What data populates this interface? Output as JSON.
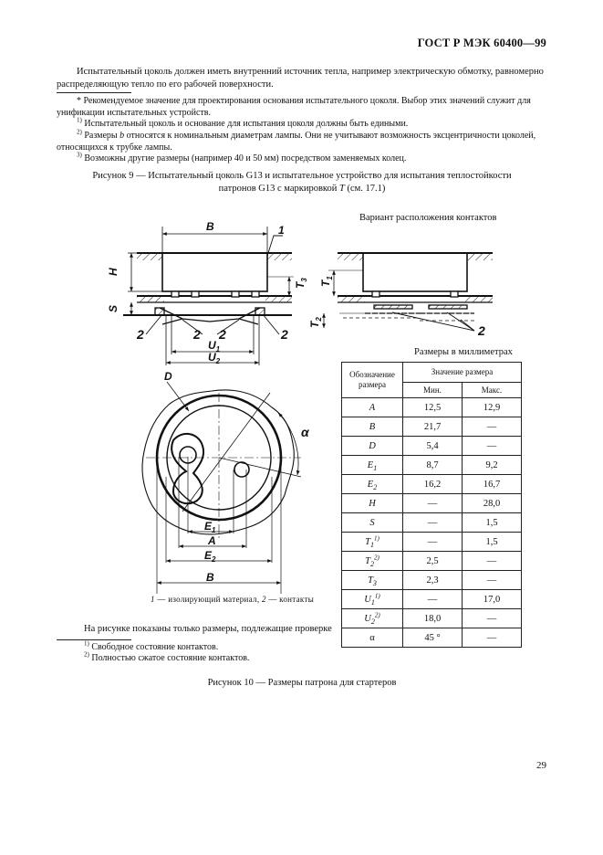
{
  "header": {
    "standard": "ГОСТ Р МЭК 60400—99"
  },
  "intro_paragraph": "Испытательный цоколь должен иметь внутренний источник тепла, например электрическую обмотку, равномерно распределяющую тепло по его рабочей поверхности.",
  "footnotes_fig9": {
    "star": "* Рекомендуемое значение для проектирования основания испытательного цоколя. Выбор этих значений служит для унификации испытательных устройств.",
    "n1": "Испытательный цоколь и основание для испытания цоколя должны быть едиными.",
    "n2_a": "Размеры ",
    "n2_b": "b",
    "n2_c": " относятся к номинальным диаметрам лампы. Они не учитывают возможность эксцентричности цоколей, относящихся к трубке лампы.",
    "n3": "Возможны другие размеры (например 40 и 50 мм) посредством заменяемых колец."
  },
  "figure9_caption": {
    "line1": "Рисунок 9 — Испытательный цоколь G13 и испытательное устройство для испытания теплостойкости",
    "line2_a": "патронов G13 с маркировкой ",
    "line2_b": "T",
    "line2_c": " (см. 17.1)"
  },
  "drawing": {
    "variant_title": "Вариант расположения контактов",
    "labels": {
      "B": "B",
      "H": "H",
      "S": "S",
      "T1": "T",
      "T2": "T",
      "T3": "T",
      "U1": "U",
      "U2": "U",
      "D": "D",
      "alpha": "α",
      "E1": "E",
      "E2": "E",
      "A": "A",
      "one": "1",
      "two": "2",
      "sub1": "1",
      "sub2": "2",
      "sub3": "3"
    },
    "legend_a": "1",
    "legend_b": " — изолирующий материал, ",
    "legend_c": "2",
    "legend_d": " — контакты"
  },
  "table": {
    "units": "Размеры в миллиметрах",
    "header_designation": "Обозначение размера",
    "header_value": "Значение размера",
    "header_min": "Мин.",
    "header_max": "Макс.",
    "rows": [
      {
        "sym": "A",
        "sub": "",
        "sup": "",
        "min": "12,5",
        "max": "12,9"
      },
      {
        "sym": "B",
        "sub": "",
        "sup": "",
        "min": "21,7",
        "max": "—"
      },
      {
        "sym": "D",
        "sub": "",
        "sup": "",
        "min": "5,4",
        "max": "—"
      },
      {
        "sym": "E",
        "sub": "1",
        "sup": "",
        "min": "8,7",
        "max": "9,2"
      },
      {
        "sym": "E",
        "sub": "2",
        "sup": "",
        "min": "16,2",
        "max": "16,7"
      },
      {
        "sym": "H",
        "sub": "",
        "sup": "",
        "min": "—",
        "max": "28,0"
      },
      {
        "sym": "S",
        "sub": "",
        "sup": "",
        "min": "—",
        "max": "1,5"
      },
      {
        "sym": "T",
        "sub": "1",
        "sup": "1)",
        "min": "—",
        "max": "1,5"
      },
      {
        "sym": "T",
        "sub": "2",
        "sup": "2)",
        "min": "2,5",
        "max": "—"
      },
      {
        "sym": "T",
        "sub": "3",
        "sup": "",
        "min": "2,3",
        "max": "—"
      },
      {
        "sym": "U",
        "sub": "1",
        "sup": "1)",
        "min": "—",
        "max": "17,0"
      },
      {
        "sym": "U",
        "sub": "2",
        "sup": "2)",
        "min": "18,0",
        "max": "—"
      },
      {
        "sym": "α",
        "sub": "",
        "sup": "",
        "min": "45 °",
        "max": "—"
      }
    ]
  },
  "note": "На рисунке показаны только размеры, подлежащие проверке",
  "footnotes_fig10": {
    "n1": "Свободное состояние контактов.",
    "n2": "Полностью сжатое состояние контактов."
  },
  "footnote_marks": {
    "m1": "1)",
    "m2": "2)",
    "m3": "3)"
  },
  "figure10_caption": "Рисунок 10 — Размеры патрона для стартеров",
  "page_number": "29"
}
